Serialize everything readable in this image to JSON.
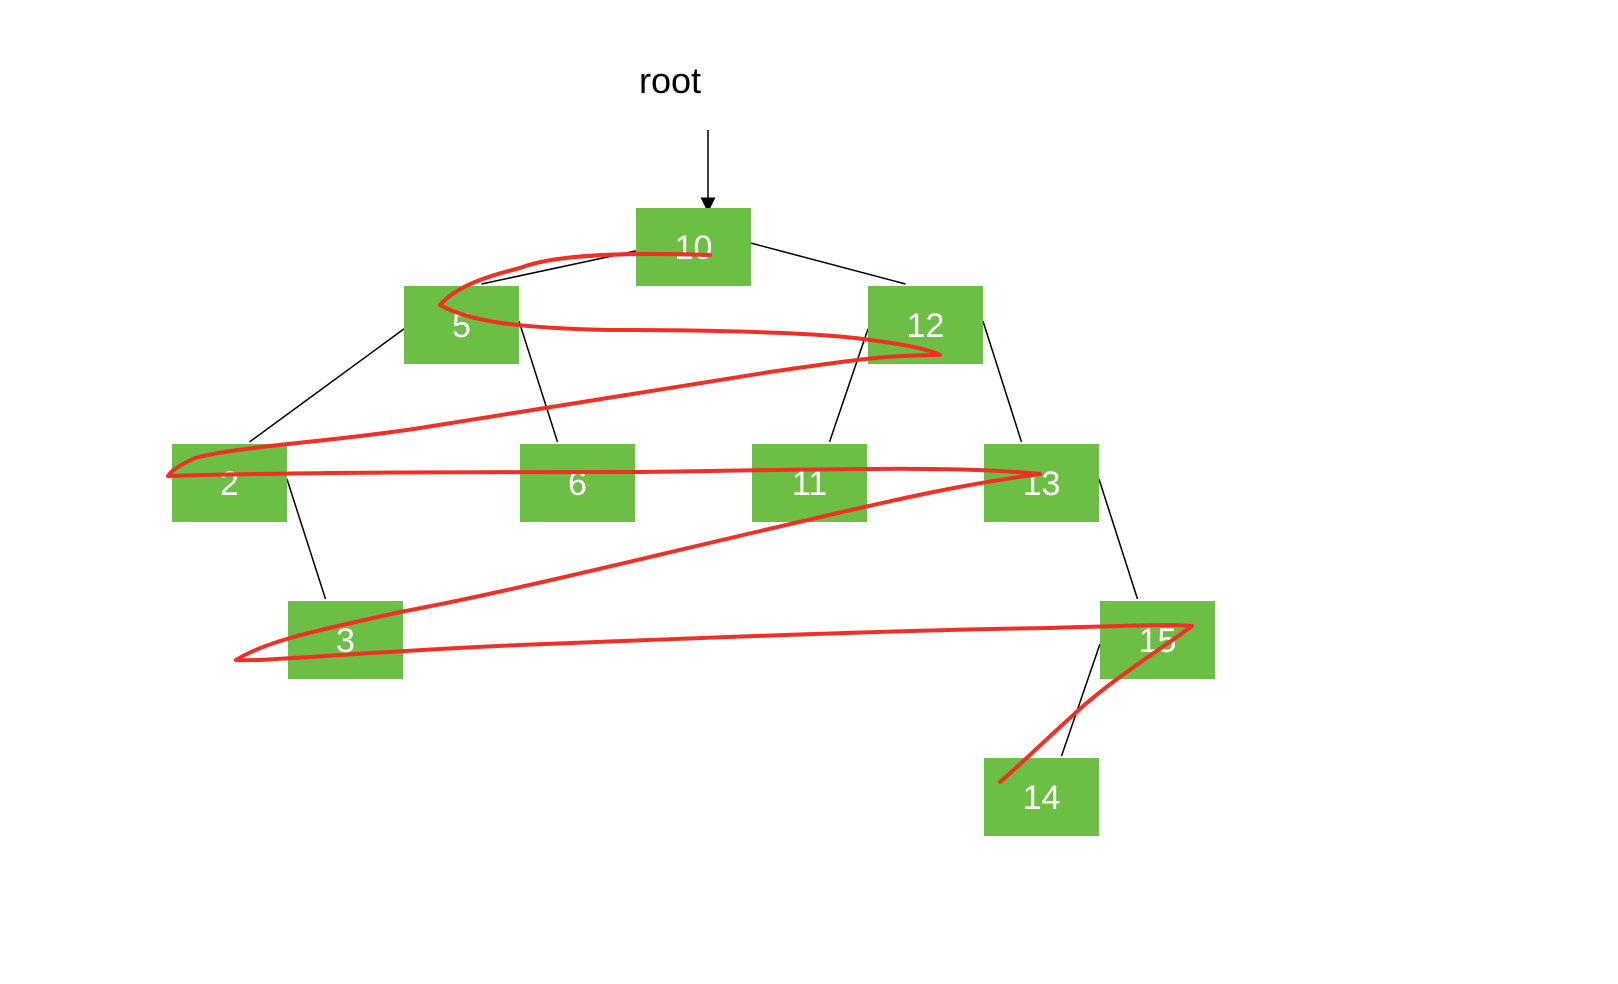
{
  "diagram": {
    "root_label": "root",
    "colors": {
      "node_fill": "#6dbe45",
      "node_text": "#ffffff",
      "edge": "#000000",
      "traversal": "#f03024"
    },
    "nodes": [
      {
        "id": "n10",
        "label": "10"
      },
      {
        "id": "n5",
        "label": "5"
      },
      {
        "id": "n12",
        "label": "12"
      },
      {
        "id": "n2",
        "label": "2"
      },
      {
        "id": "n6",
        "label": "6"
      },
      {
        "id": "n11",
        "label": "11"
      },
      {
        "id": "n13",
        "label": "13"
      },
      {
        "id": "n3",
        "label": "3"
      },
      {
        "id": "n15",
        "label": "15"
      },
      {
        "id": "n14",
        "label": "14"
      }
    ],
    "edges": [
      {
        "from": "n10",
        "to": "n5"
      },
      {
        "from": "n10",
        "to": "n12"
      },
      {
        "from": "n5",
        "to": "n2"
      },
      {
        "from": "n5",
        "to": "n6"
      },
      {
        "from": "n12",
        "to": "n11"
      },
      {
        "from": "n12",
        "to": "n13"
      },
      {
        "from": "n2",
        "to": "n3"
      },
      {
        "from": "n13",
        "to": "n15"
      },
      {
        "from": "n15",
        "to": "n14"
      }
    ],
    "traversal_order": [
      "n10",
      "n5",
      "n12",
      "n2",
      "n6",
      "n11",
      "n13",
      "n3",
      "n15",
      "n14"
    ]
  }
}
